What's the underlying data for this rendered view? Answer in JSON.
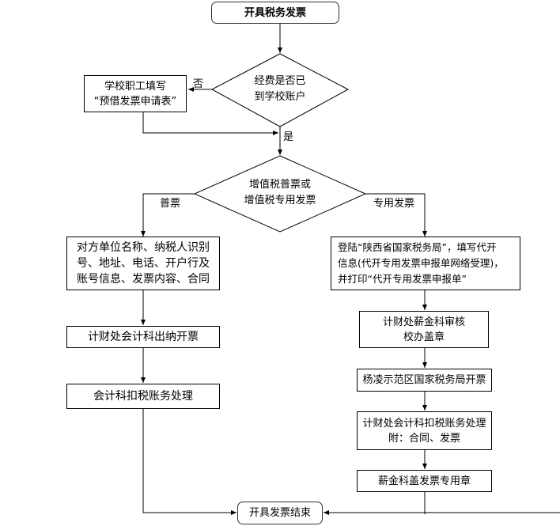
{
  "flowchart": {
    "start": "开具税务发票",
    "decision1": {
      "line1": "经费是否已",
      "line2": "到学校账户",
      "no": "否",
      "yes": "是"
    },
    "loan_form": {
      "line1": "学校职工填写",
      "line2": "“预借发票申请表”"
    },
    "decision2": {
      "line1": "增值税普票或",
      "line2": "增值税专用发票",
      "left": "普票",
      "right": "专用发票"
    },
    "left_branch": {
      "info": {
        "line1": "对方单位名称、纳税人识别",
        "line2": "号、地址、电话、开户行及",
        "line3": "账号信息、发票内容、合同"
      },
      "cashier": "计财处会计科出纳开票",
      "accounting": "会计科扣税账务处理"
    },
    "right_branch": {
      "login": {
        "line1": "登陆“陕西省国家税务局”，填写代开",
        "line2": "信息(代开专用发票申报单网络受理)，",
        "line3": "并打印“代开专用发票申报单”"
      },
      "review": {
        "line1": "计财处薪金科审核",
        "line2": "校办盖章"
      },
      "tax_bureau": "杨凌示范区国家税务局开票",
      "accounting": {
        "line1": "计财处会计科扣税账务处理",
        "line2": "附：合同、发票"
      },
      "stamp": "薪金科盖发票专用章"
    },
    "end": "开具发票结束"
  }
}
